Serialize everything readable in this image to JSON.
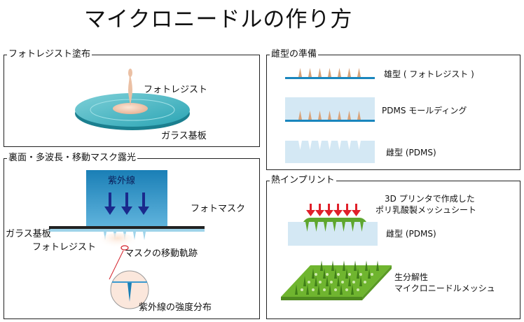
{
  "title": "マイクロニードルの作り方",
  "panels": {
    "coat": {
      "title": "フォトレジスト塗布",
      "label_resist": "フォトレジスト",
      "label_glass": "ガラス基板"
    },
    "expose": {
      "title": "裏面・多波長・移動マスク露光",
      "label_uv": "紫外線",
      "label_mask": "フォトマスク",
      "label_glass": "ガラス基板",
      "label_resist": "フォトレジスト",
      "label_path": "マスクの移動軌跡",
      "label_distribution": "紫外線の強度分布"
    },
    "mold": {
      "title": "雌型の準備",
      "label_male": "雄型 ( フォトレジスト )",
      "label_molding": "PDMS モールディング",
      "label_female": "雌型 (PDMS)"
    },
    "imprint": {
      "title": "熱インプリント",
      "label_mesh_line1": "3D プリンタで作成した",
      "label_mesh_line2": "ポリ乳酸製メッシュシート",
      "label_female": "雌型 (PDMS)",
      "label_product_line1": "生分解性",
      "label_product_line2": "マイクロニードルメッシュ"
    }
  },
  "colors": {
    "uv_blue": "#1c86bd",
    "arrow_navy": "#1a2a8c",
    "press_red": "#e0202a",
    "mesh_green": "#7cc23a",
    "resist_tan": "#d9a37a",
    "pdms_blue": "#d4e8f4"
  }
}
